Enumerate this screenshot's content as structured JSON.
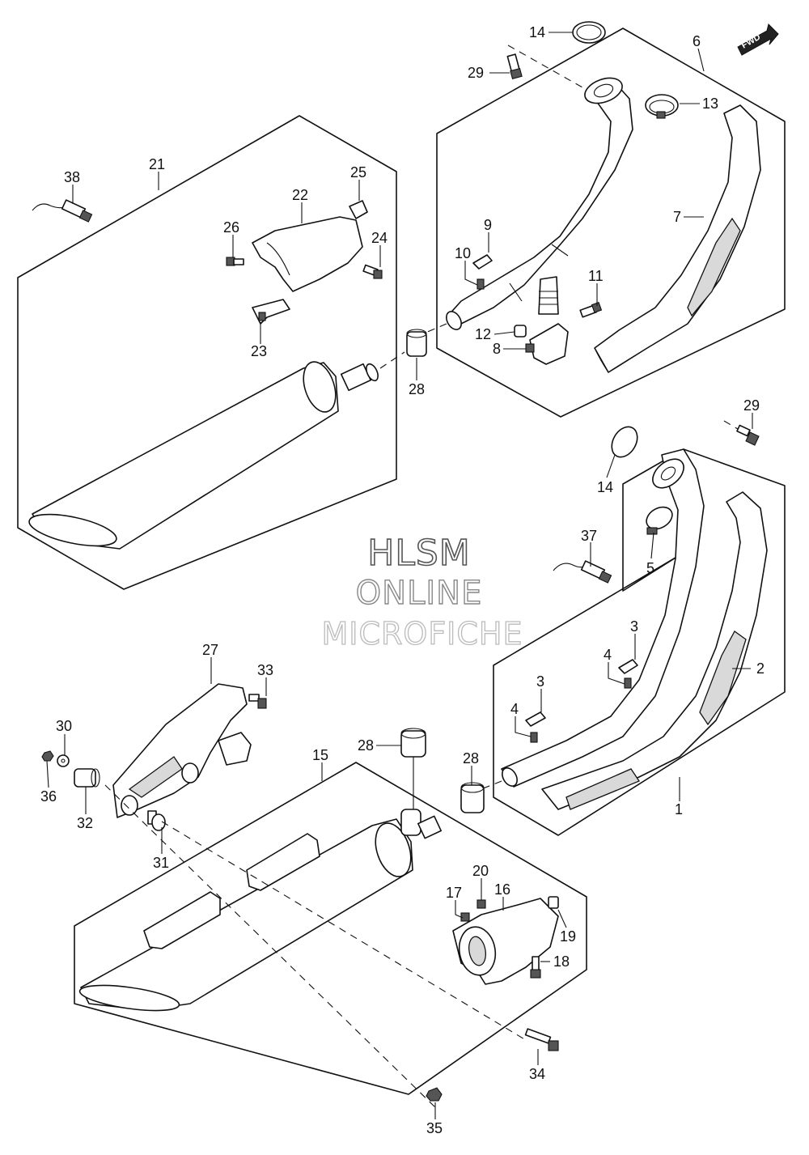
{
  "watermark": {
    "line1": "HLSM",
    "line2": "ONLINE",
    "line3": "MICROFICHE"
  },
  "direction_badge": "FWD",
  "callouts": [
    {
      "id": "c14a",
      "text": "14"
    },
    {
      "id": "c6",
      "text": "6"
    },
    {
      "id": "c29a",
      "text": "29"
    },
    {
      "id": "c13",
      "text": "13"
    },
    {
      "id": "c21",
      "text": "21"
    },
    {
      "id": "c38",
      "text": "38"
    },
    {
      "id": "c25",
      "text": "25"
    },
    {
      "id": "c22",
      "text": "22"
    },
    {
      "id": "c7",
      "text": "7"
    },
    {
      "id": "c26",
      "text": "26"
    },
    {
      "id": "c24",
      "text": "24"
    },
    {
      "id": "c9",
      "text": "9"
    },
    {
      "id": "c10",
      "text": "10"
    },
    {
      "id": "c11",
      "text": "11"
    },
    {
      "id": "c23",
      "text": "23"
    },
    {
      "id": "c12",
      "text": "12"
    },
    {
      "id": "c8",
      "text": "8"
    },
    {
      "id": "c28a",
      "text": "28"
    },
    {
      "id": "c29b",
      "text": "29"
    },
    {
      "id": "c14b",
      "text": "14"
    },
    {
      "id": "c37",
      "text": "37"
    },
    {
      "id": "c5",
      "text": "5"
    },
    {
      "id": "c3a",
      "text": "3"
    },
    {
      "id": "c4a",
      "text": "4"
    },
    {
      "id": "c2",
      "text": "2"
    },
    {
      "id": "c27",
      "text": "27"
    },
    {
      "id": "c33",
      "text": "33"
    },
    {
      "id": "c3b",
      "text": "3"
    },
    {
      "id": "c4b",
      "text": "4"
    },
    {
      "id": "c30",
      "text": "30"
    },
    {
      "id": "c15",
      "text": "15"
    },
    {
      "id": "c28b",
      "text": "28"
    },
    {
      "id": "c28c",
      "text": "28"
    },
    {
      "id": "c1",
      "text": "1"
    },
    {
      "id": "c36",
      "text": "36"
    },
    {
      "id": "c32",
      "text": "32"
    },
    {
      "id": "c31",
      "text": "31"
    },
    {
      "id": "c20",
      "text": "20"
    },
    {
      "id": "c17",
      "text": "17"
    },
    {
      "id": "c16",
      "text": "16"
    },
    {
      "id": "c19",
      "text": "19"
    },
    {
      "id": "c18",
      "text": "18"
    },
    {
      "id": "c34",
      "text": "34"
    },
    {
      "id": "c35",
      "text": "35"
    }
  ]
}
